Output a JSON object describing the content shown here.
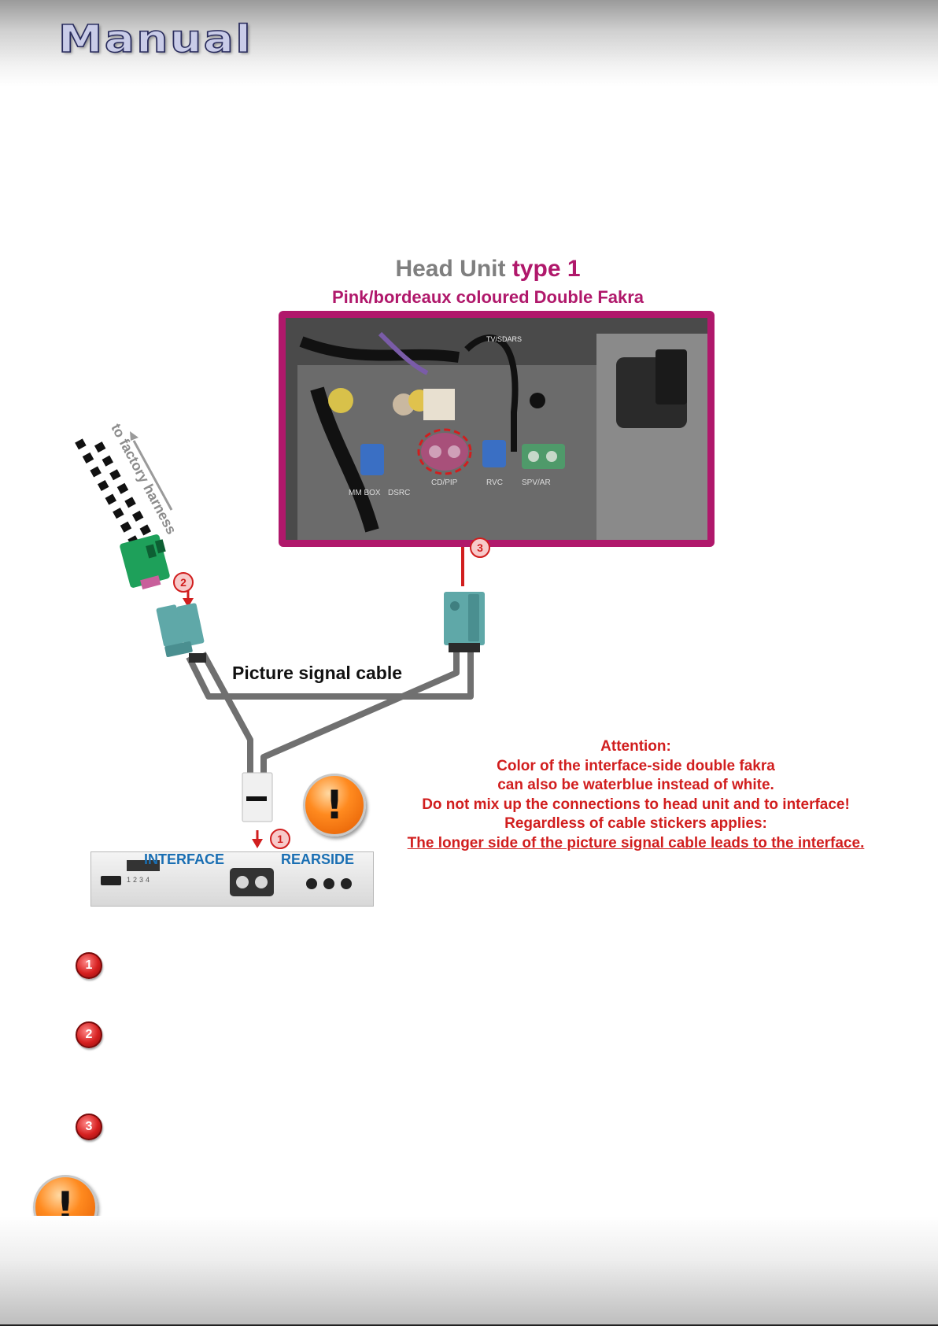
{
  "header": {
    "logo_text": "Manual"
  },
  "diagram": {
    "title_part1": "Head Unit",
    "title_part2": "type 1",
    "subtitle": "Pink/bordeaux coloured Double Fakra",
    "photo_labels": [
      "MM BOX",
      "DSRC",
      "CD/PIP",
      "RVC",
      "SPV/AR",
      "TV/SDARS"
    ],
    "harness_label": "to factory harness",
    "cable_label": "Picture signal cable",
    "interface_label": "INTERFACE",
    "rearside_label": "REARSIDE",
    "dip_numbers": [
      "1",
      "2",
      "3",
      "4"
    ],
    "step_markers": [
      "1",
      "2",
      "3"
    ],
    "attention_lines": [
      "Attention:",
      "Color of the interface-side double fakra",
      "can also be waterblue instead of white.",
      "Do not mix up the connections to head unit and to interface!",
      "Regardless of cable stickers applies:"
    ],
    "attention_underlined": "The longer side of the picture signal cable leads to the interface.",
    "warning_symbol": "!"
  },
  "steps": [
    {
      "number": "1"
    },
    {
      "number": "2"
    },
    {
      "number": "3"
    }
  ],
  "colors": {
    "accent_pink": "#b0186b",
    "attention_red": "#d11e1e",
    "interface_blue": "#1a6fb3"
  },
  "icons": [
    "warning-exclamation-icon",
    "step-number-icon",
    "arrow-icon"
  ]
}
